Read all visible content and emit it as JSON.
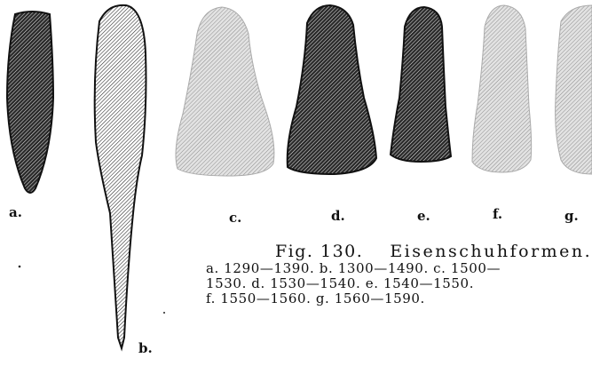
{
  "figure": {
    "labels": {
      "a": "a.",
      "b": "b.",
      "c": "c.",
      "d": "d.",
      "e": "e.",
      "f": "f.",
      "g": "g."
    },
    "caption": {
      "fig_number": "Fig. 130.",
      "title": "Eisenschuhformen.",
      "line1": "a. 1290—1390. b. 1300—1490. c. 1500—",
      "line2": "1530. d. 1530—1540. e. 1540—1550.",
      "line3": "f. 1550—1560. g. 1560—1590."
    }
  }
}
